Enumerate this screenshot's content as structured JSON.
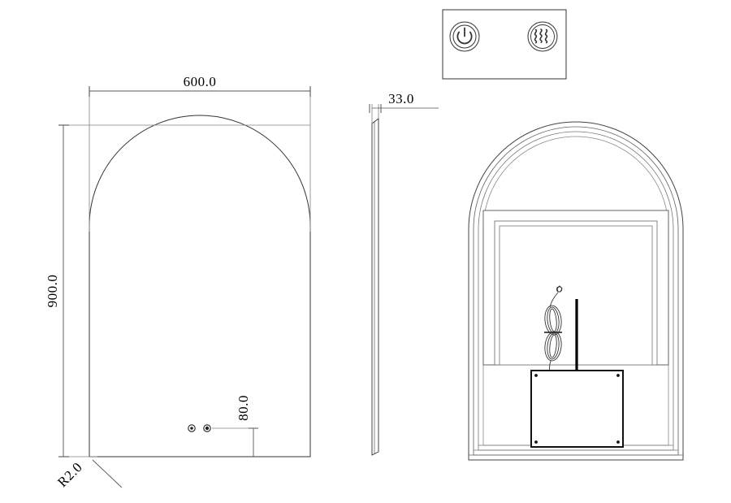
{
  "drawing": {
    "title": "Arched LED Mirror Technical Drawing",
    "units": "mm",
    "line_color": "#000000",
    "thin_line_color": "#808080",
    "background": "#ffffff"
  },
  "views": {
    "front": {
      "name": "front-view",
      "width_dimension": "600.0",
      "height_dimension": "900.0",
      "corner_radius_note": "R2.0",
      "sensor_height_dimension": "80.0",
      "sensors": [
        {
          "name": "touch-sensor-left"
        },
        {
          "name": "touch-sensor-right"
        }
      ]
    },
    "side": {
      "name": "side-view",
      "depth_dimension": "33.0"
    },
    "control_panel": {
      "name": "control-panel-detail",
      "buttons": [
        {
          "label": "",
          "icon": "power-icon"
        },
        {
          "label": "",
          "icon": "defogger-icon"
        }
      ]
    },
    "back": {
      "name": "back-view",
      "components": [
        {
          "name": "outer-arch-frame"
        },
        {
          "name": "inner-arch-frame"
        },
        {
          "name": "backlight-panel"
        },
        {
          "name": "cable-coil"
        },
        {
          "name": "junction-box"
        }
      ]
    }
  },
  "dimensions": {
    "width": "600.0",
    "height": "900.0",
    "depth": "33.0",
    "radius": "R2.0",
    "sensor_offset": "80.0"
  }
}
